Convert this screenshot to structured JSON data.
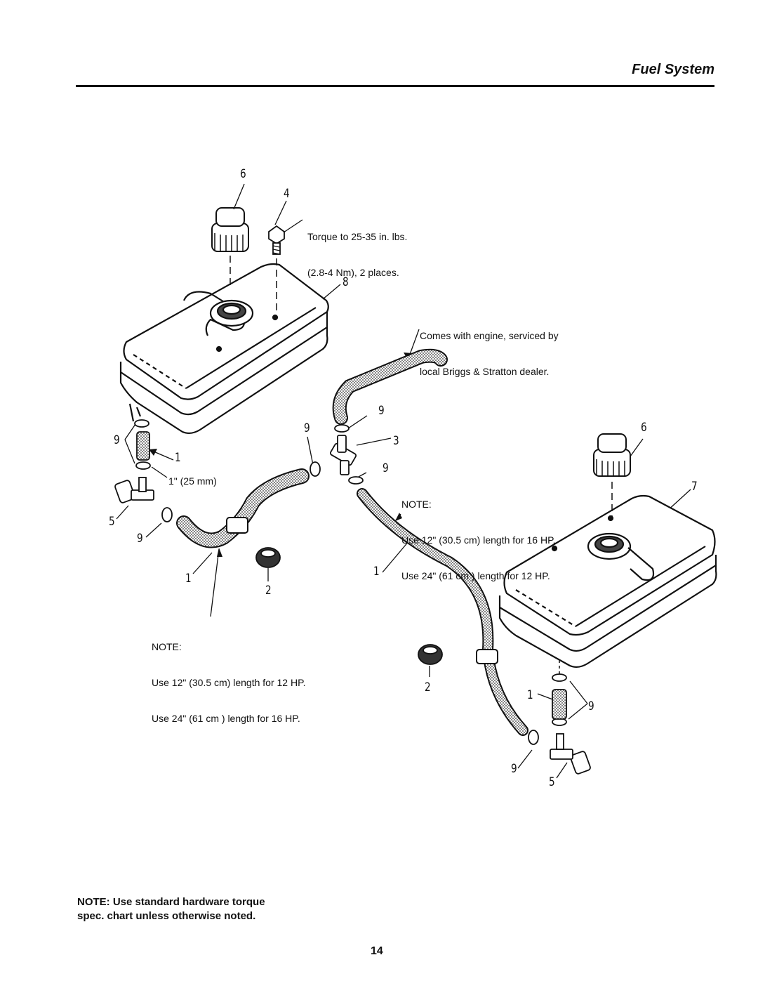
{
  "header": {
    "section_title": "Fuel System"
  },
  "notes": {
    "torque": [
      "Torque to 25-35 in. lbs.",
      "(2.8-4 Nm), 2 places."
    ],
    "engine_line": [
      "Comes with engine, serviced by",
      "local Briggs & Stratton dealer."
    ],
    "filter_length": "1\" (25 mm)",
    "right_hose": [
      "NOTE:",
      "Use 12\" (30.5 cm) length for 16 HP.",
      "Use 24\" (61 cm ) length for 12 HP."
    ],
    "left_hose": [
      "NOTE:",
      "Use 12\" (30.5 cm) length for 12 HP.",
      "Use 24\" (61 cm ) length for 16 HP."
    ]
  },
  "callouts": {
    "c6a": "6",
    "c4": "4",
    "c8": "8",
    "c9a": "9",
    "c9b": "9",
    "c3": "3",
    "c9c": "9",
    "c6b": "6",
    "c7": "7",
    "c9d": "9",
    "c1a": "1",
    "c5a": "5",
    "c9e": "9",
    "c1b": "1",
    "c2a": "2",
    "c1c": "1",
    "c2b": "2",
    "c1d": "1",
    "c9f": "9",
    "c9g": "9",
    "c5b": "5"
  },
  "footer": {
    "note_line1": "NOTE: Use standard hardware torque",
    "note_line2": "spec. chart unless otherwise noted.",
    "page_number": "14"
  }
}
